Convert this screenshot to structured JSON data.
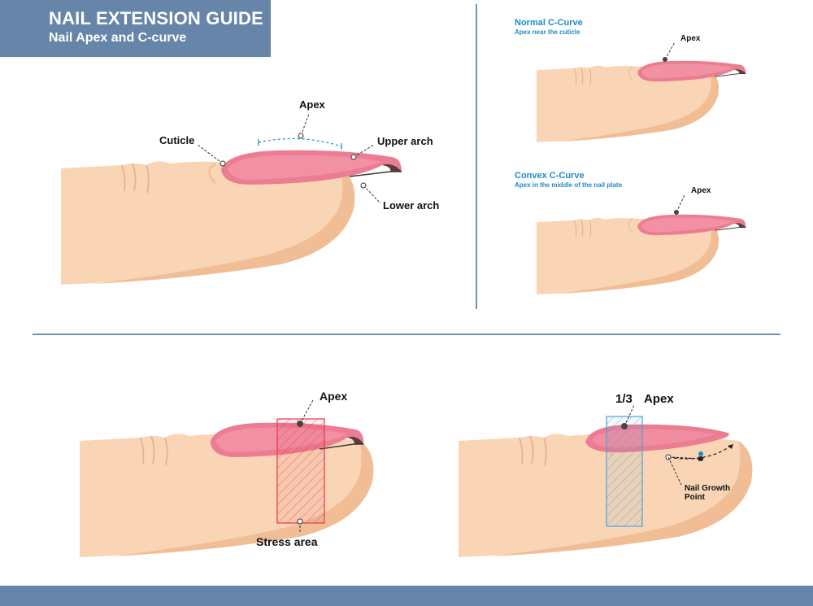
{
  "header": {
    "title": "NAIL EXTENSION GUIDE",
    "subtitle": "Nail Apex and C-curve"
  },
  "main_diagram": {
    "apex": "Apex",
    "cuticle": "Cuticle",
    "upper_arch": "Upper arch",
    "lower_arch": "Lower arch"
  },
  "normal_curve": {
    "title": "Normal C-Curve",
    "subtitle": "Apex near the cuticle",
    "apex": "Apex"
  },
  "convex_curve": {
    "title": "Convex C-Curve",
    "subtitle": "Apex in the middle of the nail plate",
    "apex": "Apex"
  },
  "stress_diagram": {
    "apex": "Apex",
    "stress_area": "Stress area"
  },
  "growth_diagram": {
    "fraction": "1/3",
    "apex": "Apex",
    "growth_line1": "Nail Growth",
    "growth_line2": "Point"
  },
  "colors": {
    "banner": "#6685a8",
    "skin": "#f9d5b6",
    "skin_shadow": "#efb88f",
    "nail": "#ec7c91",
    "accent_blue": "#1f8ac9",
    "stress_red": "#e53950"
  }
}
